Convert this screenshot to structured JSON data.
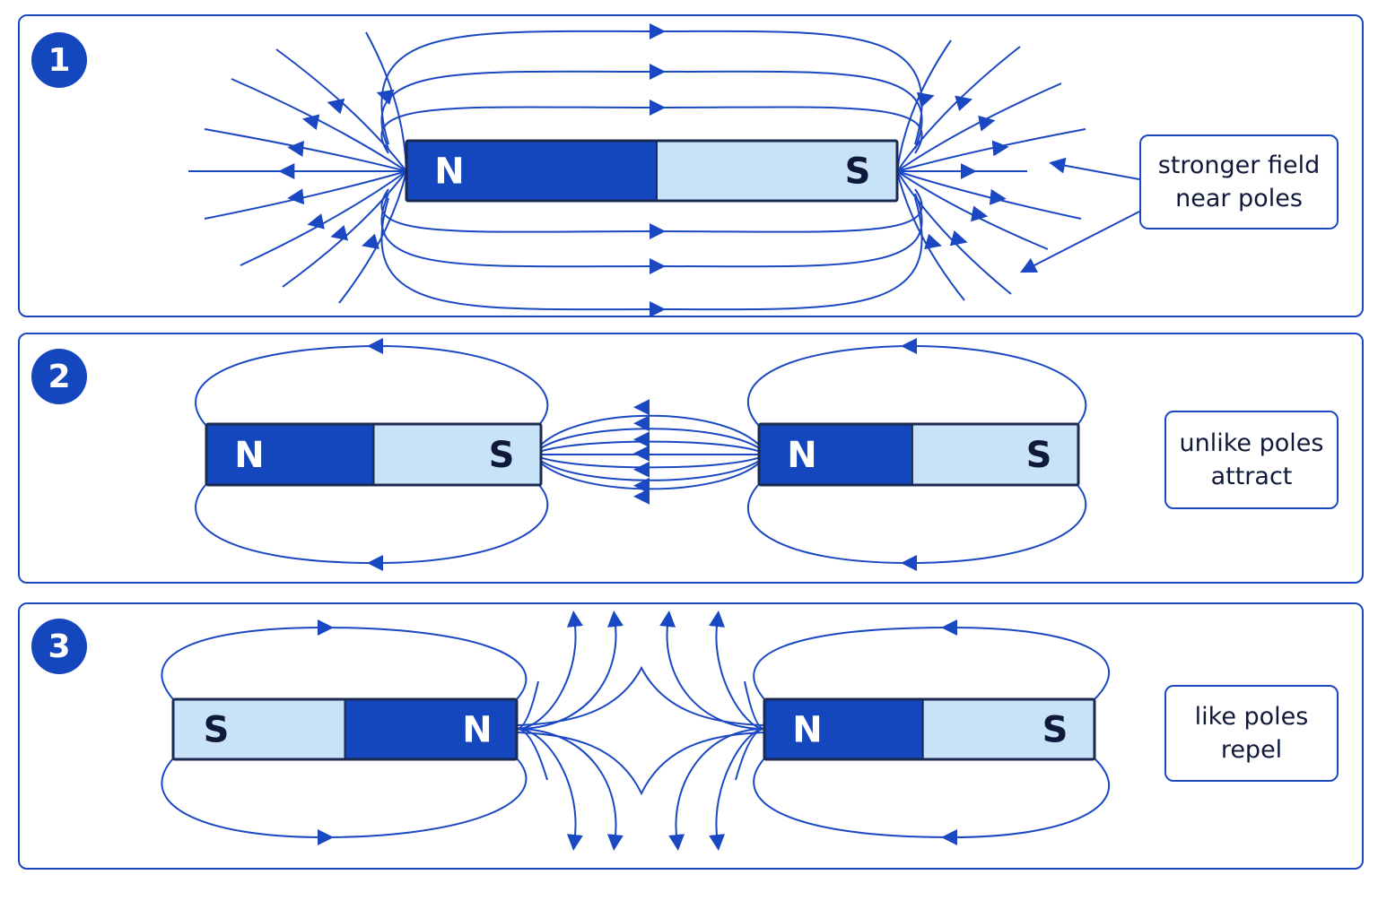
{
  "colors": {
    "line": "#1a47c2",
    "pole_dark": "#1446bd",
    "pole_light": "#c8e2f8",
    "text_dark": "#0f1a3a"
  },
  "panels": [
    {
      "number": "1",
      "callout_lines": [
        "stronger field",
        "near poles"
      ],
      "magnets": [
        {
          "left_pole": "N",
          "right_pole": "S"
        }
      ]
    },
    {
      "number": "2",
      "callout_lines": [
        "unlike poles",
        "attract"
      ],
      "magnets": [
        {
          "left_pole": "N",
          "right_pole": "S"
        },
        {
          "left_pole": "N",
          "right_pole": "S"
        }
      ]
    },
    {
      "number": "3",
      "callout_lines": [
        "like poles",
        "repel"
      ],
      "magnets": [
        {
          "left_pole": "S",
          "right_pole": "N"
        },
        {
          "left_pole": "N",
          "right_pole": "S"
        }
      ]
    }
  ]
}
